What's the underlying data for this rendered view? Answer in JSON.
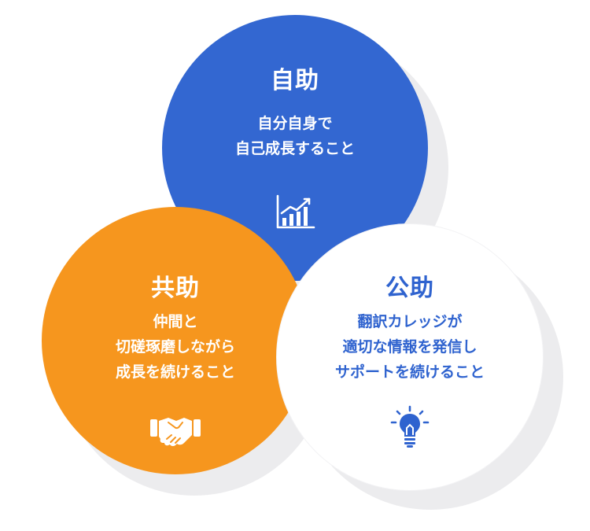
{
  "colors": {
    "self": "#3367d1",
    "mutual": "#f6961e",
    "public_text": "#2f63cf",
    "public_bg": "#ffffff"
  },
  "self_help": {
    "title": "自助",
    "lines": [
      "自分自身で",
      "自己成長すること"
    ],
    "icon": "growth-chart-icon"
  },
  "mutual_help": {
    "title": "共助",
    "lines": [
      "仲間と",
      "切磋琢磨しながら",
      "成長を続けること"
    ],
    "icon": "handshake-icon"
  },
  "public_help": {
    "title": "公助",
    "lines": [
      "翻訳カレッジが",
      "適切な情報を発信し",
      "サポートを続けること"
    ],
    "icon": "lightbulb-icon"
  }
}
